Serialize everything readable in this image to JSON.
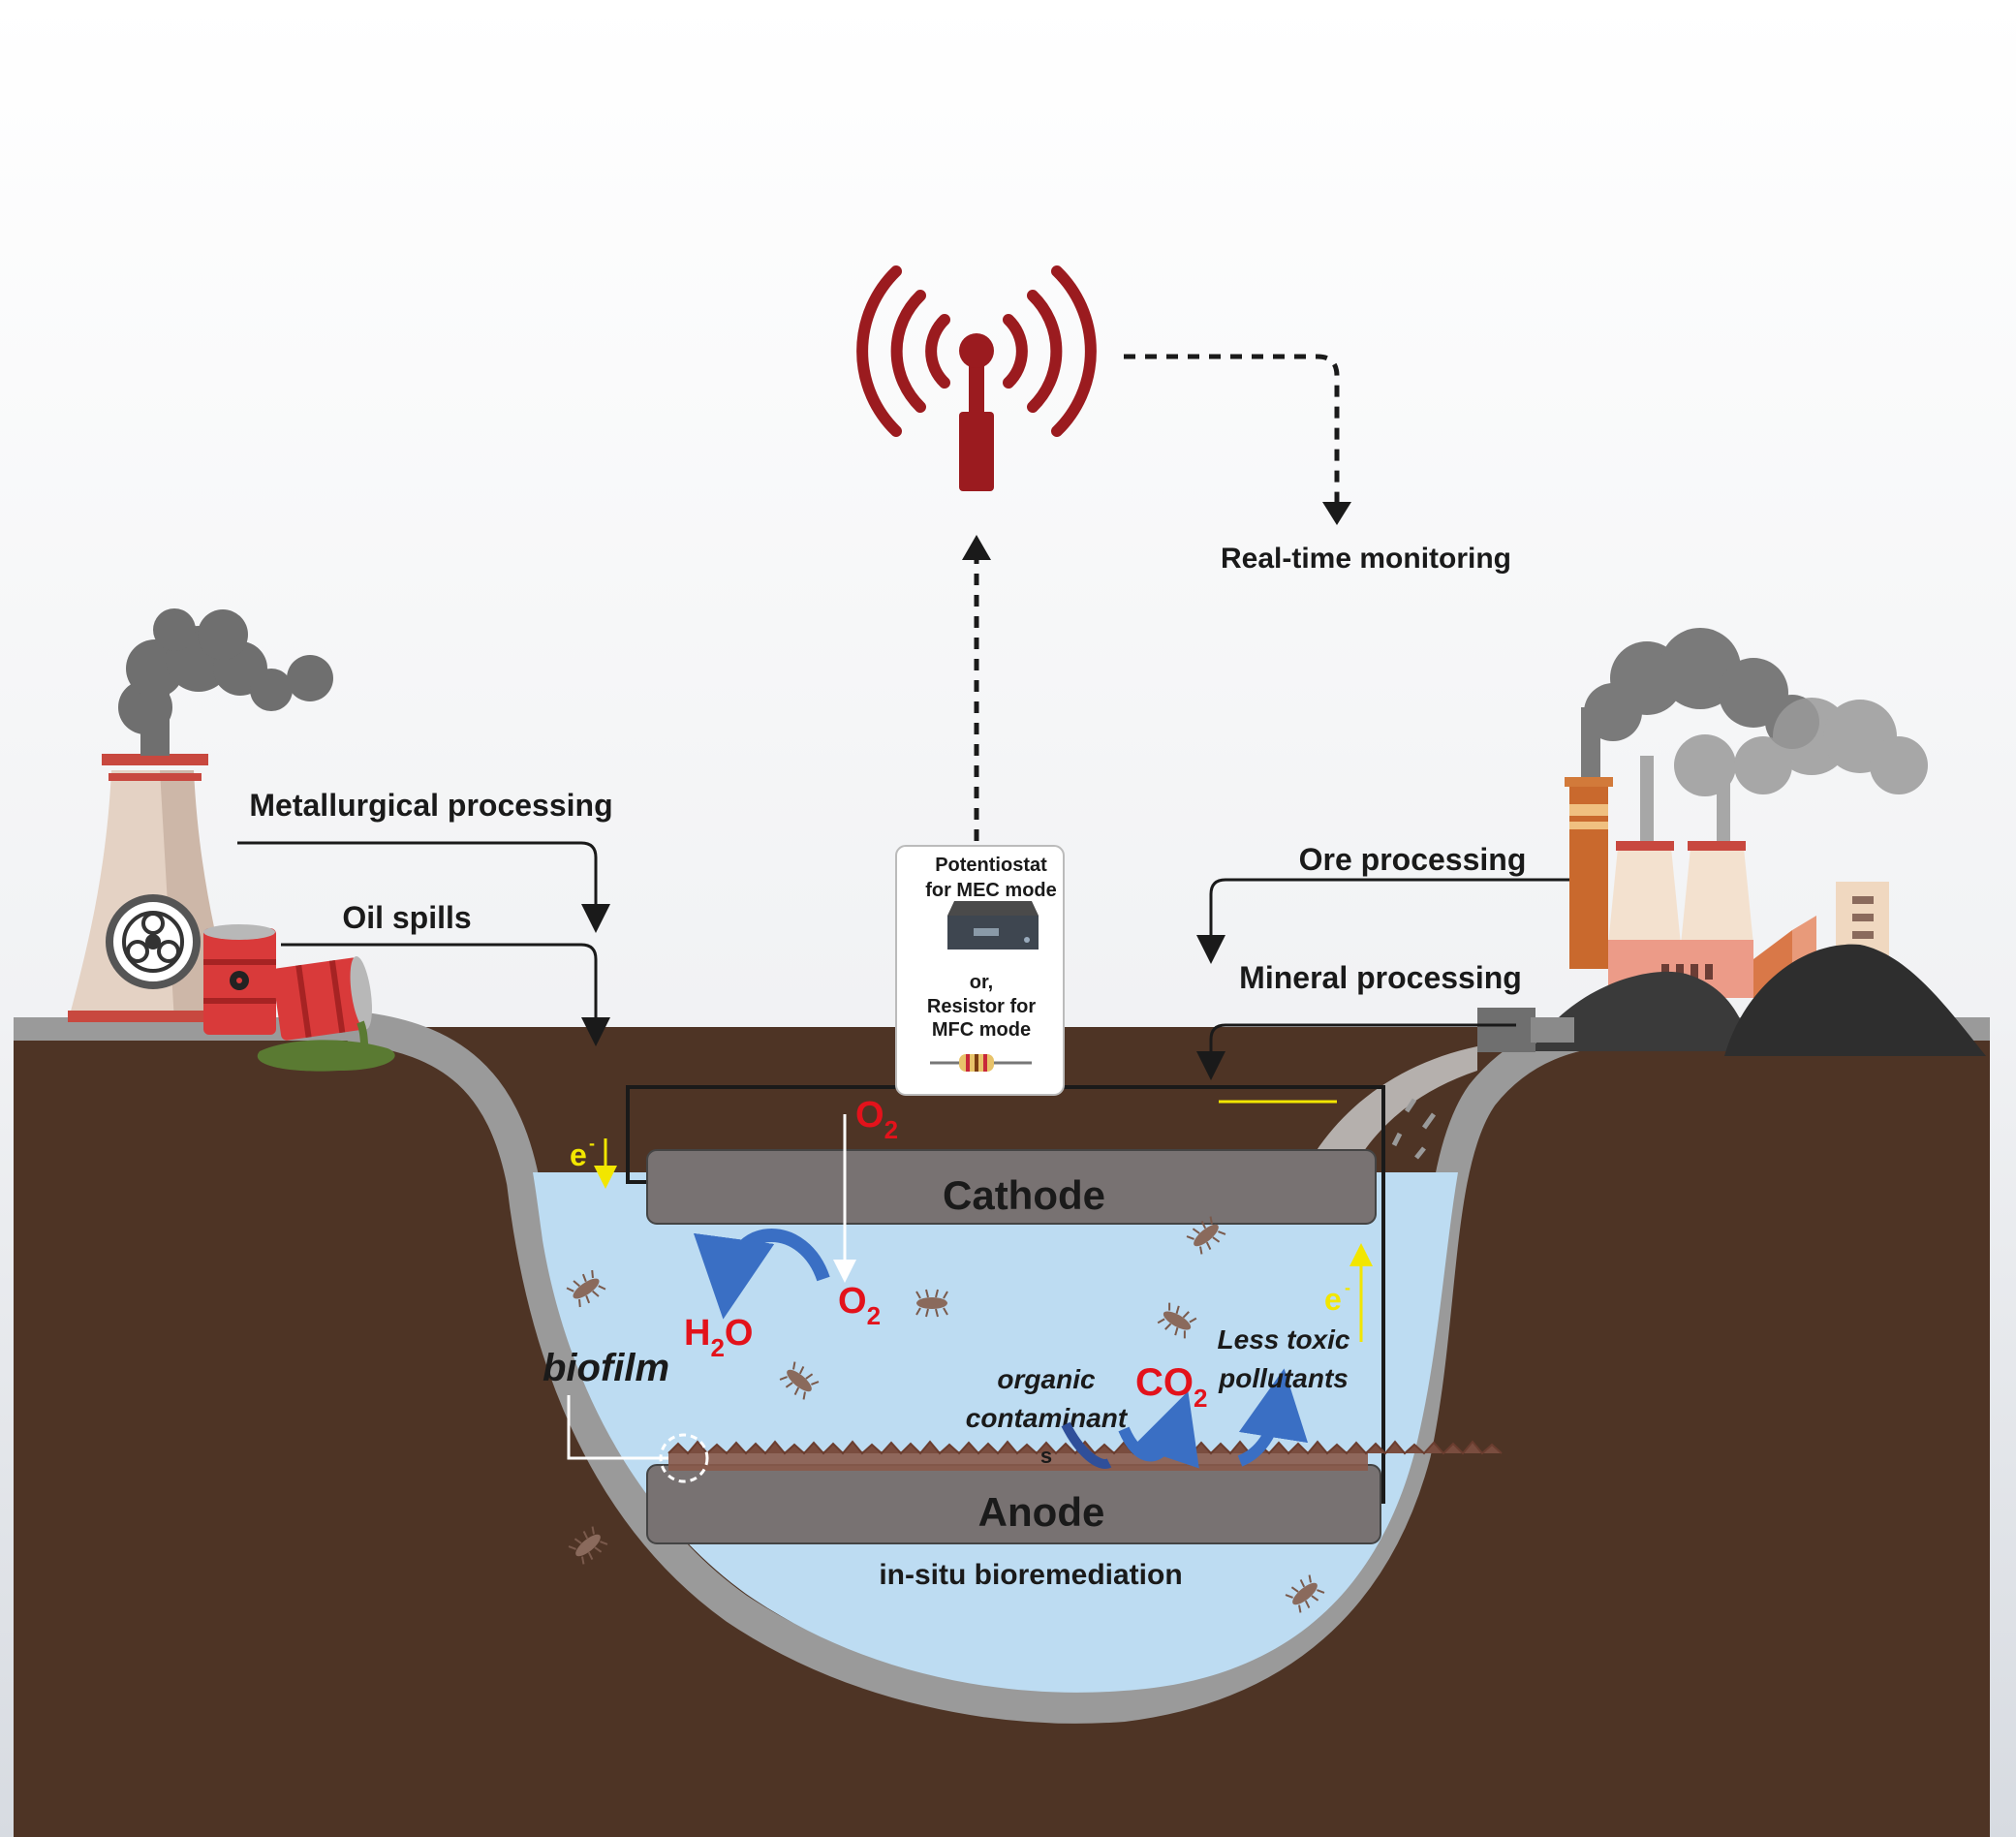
{
  "labels": {
    "realtime": "Real-time monitoring",
    "metallurgical": "Metallurgical processing",
    "oil": "Oil spills",
    "ore": "Ore processing",
    "mineral": "Mineral processing",
    "potentiostat_line1": "Potentiostat",
    "potentiostat_line2": "for MEC mode",
    "or": "or,",
    "resistor_line1": "Resistor for",
    "resistor_line2": "MFC mode",
    "cathode": "Cathode",
    "anode": "Anode",
    "insitu": "in-situ bioremediation",
    "biofilm": "biofilm",
    "organic_line1": "organic",
    "organic_line2": "contaminant",
    "organic_suffix": "s",
    "less_toxic_line1": "Less toxic",
    "less_toxic_line2": "pollutants",
    "electron": "e",
    "electron_sup": "-"
  },
  "chemistry": {
    "o2_top": {
      "base": "O",
      "sub": "2"
    },
    "o2_mid": {
      "base": "O",
      "sub": "2"
    },
    "h2o": {
      "a": "H",
      "sub": "2",
      "b": "O"
    },
    "co2": {
      "base": "CO",
      "sub": "2"
    }
  },
  "colors": {
    "sky_top": "#ffffff",
    "sky_bottom": "#d9dde3",
    "soil": "#4e3425",
    "rim": "#9a9a9a",
    "water": "#bddcf2",
    "electrode": "#787272",
    "antenna": "#9b1b1f",
    "chem_red": "#e3121b",
    "electron_yellow": "#f2e600",
    "arrow_blue": "#3a6fc4",
    "smoke": "#6f6f6f"
  },
  "icons": [
    "antenna-icon",
    "cooling-tower-icon",
    "biohazard-icon",
    "barrel-icon",
    "factory-icon",
    "potentiostat-icon",
    "resistor-icon",
    "bacteria-icon"
  ]
}
